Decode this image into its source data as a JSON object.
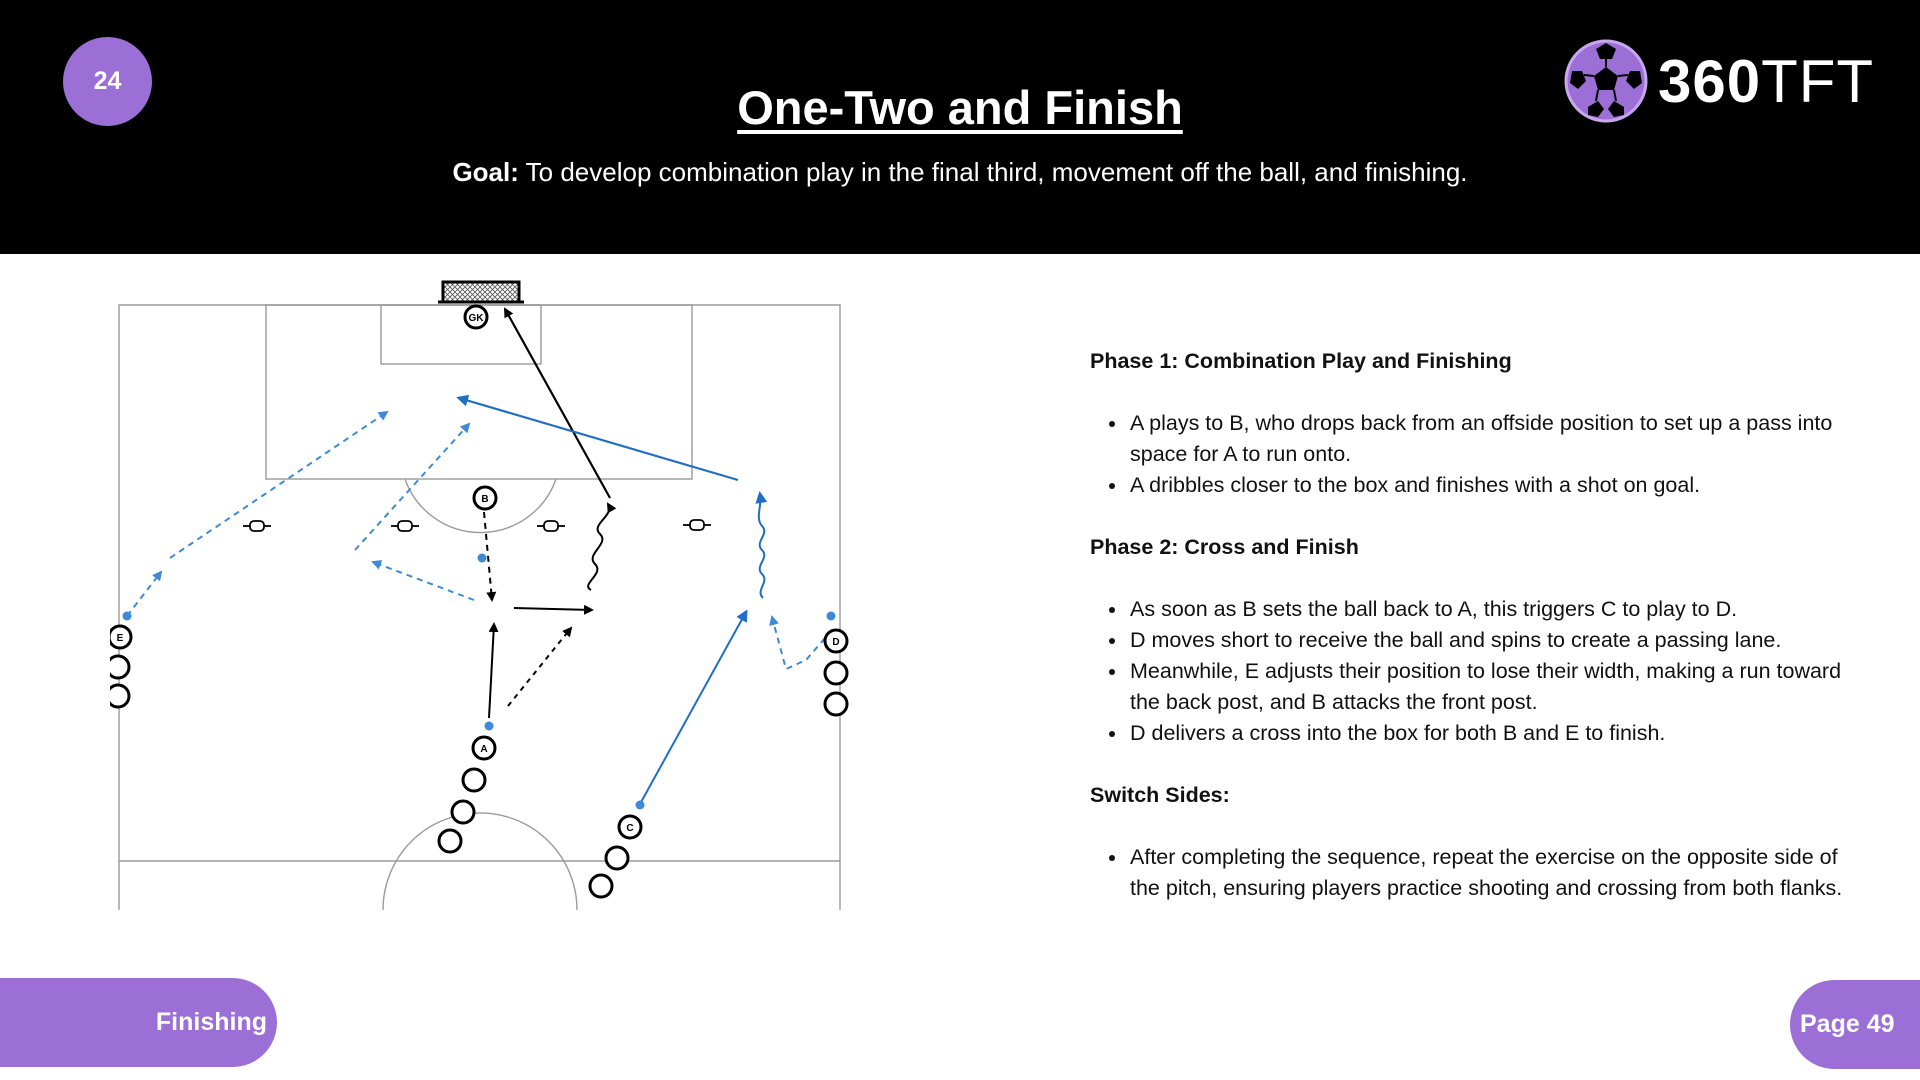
{
  "header": {
    "badge_number": "24",
    "title": "One-Two and Finish",
    "goal_label": "Goal:",
    "goal_text": " To develop combination play in the final third, movement off the ball, and finishing.",
    "logo_bold": "360",
    "logo_light": "TFT"
  },
  "diagram": {
    "player_labels": {
      "a": "A",
      "b": "B",
      "c": "C",
      "d": "D",
      "e": "E",
      "gk": "GK"
    },
    "colors": {
      "pass": "#1f6fc4",
      "run": "#3c8ad8",
      "dribble_black": "#000000",
      "line": "#999999"
    }
  },
  "instructions": {
    "sections": [
      {
        "heading": "Phase 1: Combination Play and Finishing",
        "bullets": [
          "A plays to B, who drops back from an offside position to set up a pass into space for A to run onto.",
          "A dribbles closer to the box and finishes with a shot on goal."
        ]
      },
      {
        "heading": "Phase 2: Cross and Finish",
        "bullets": [
          "As soon as B sets the ball back to A, this triggers C to play to D.",
          "D moves short to receive the ball and spins to create a passing lane.",
          "Meanwhile, E adjusts their position to lose their width, making a run toward the back post, and B attacks the front post.",
          "D delivers a cross into the box for both B and E to finish."
        ]
      },
      {
        "heading": "Switch Sides:",
        "bullets": [
          "After completing the sequence, repeat the exercise on the opposite side of the pitch, ensuring players practice shooting and crossing from both flanks."
        ]
      }
    ]
  },
  "footer": {
    "category": "Finishing",
    "page_label": "Page 49"
  },
  "theme": {
    "accent": "#9b6fd6",
    "header_bg": "#000000"
  }
}
